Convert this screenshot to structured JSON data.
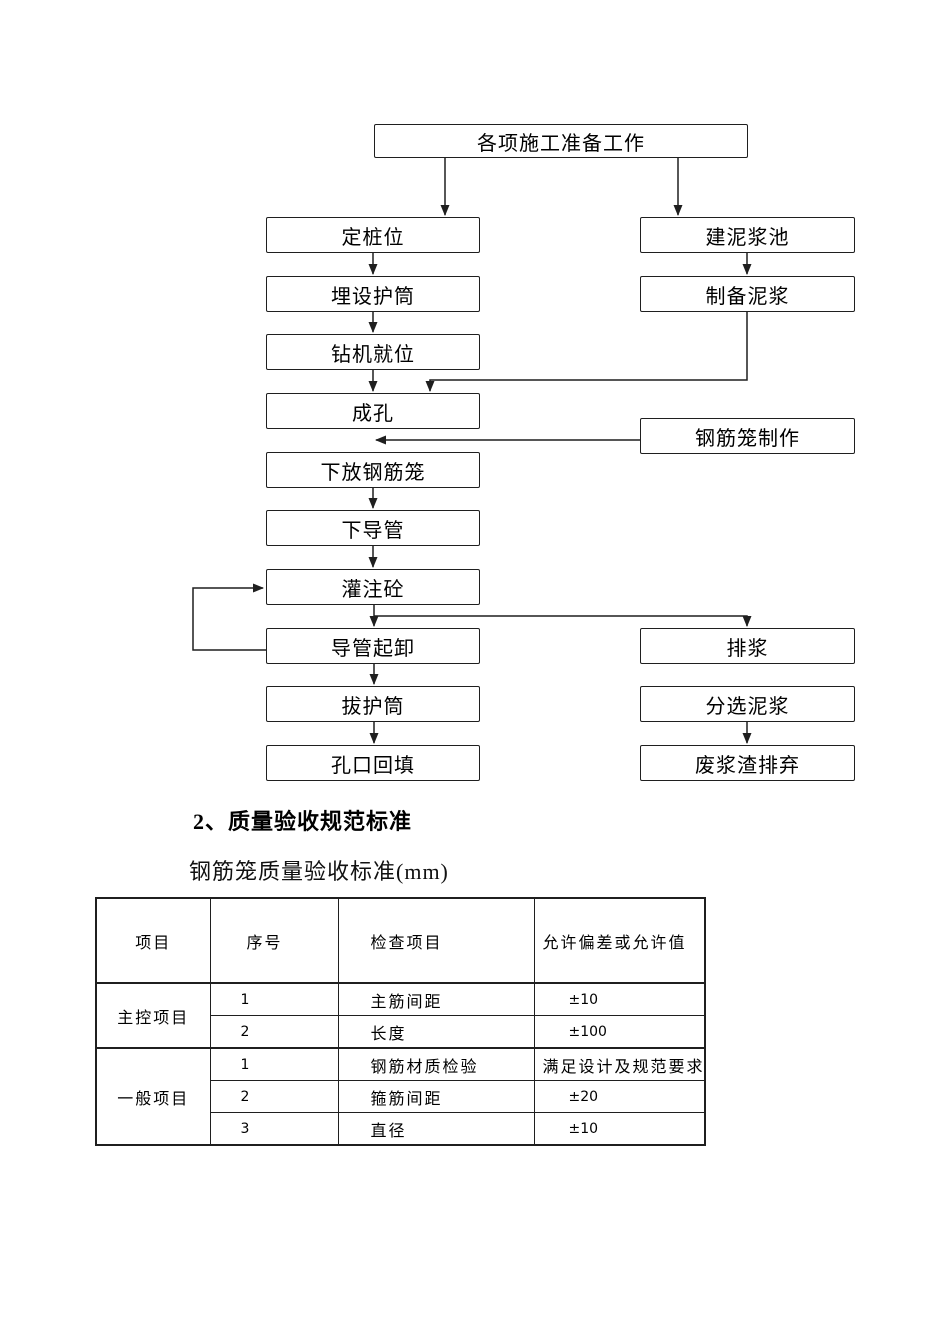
{
  "colors": {
    "background": "#ffffff",
    "ink": "#000000",
    "line": "#1f1f1f"
  },
  "flowchart": {
    "top_box": "各项施工准备工作",
    "left_column": [
      "定桩位",
      "埋设护筒",
      "钻机就位",
      "成孔",
      "下放钢筋笼",
      "下导管",
      "灌注砼",
      "导管起卸",
      "拔护筒",
      "孔口回填"
    ],
    "right_column": [
      "建泥浆池",
      "制备泥浆",
      "钢筋笼制作",
      "排浆",
      "分选泥浆",
      "废浆渣排弃"
    ]
  },
  "section": {
    "heading": "2、质量验收规范标准",
    "table_caption": "钢筋笼质量验收标准(mm)"
  },
  "table": {
    "headers": [
      "项目",
      "序号",
      "检查项目",
      "允许偏差或允许值"
    ],
    "groups": [
      {
        "category": "主控项目",
        "rows": [
          {
            "no": "1",
            "item": "主筋间距",
            "value": "±10"
          },
          {
            "no": "2",
            "item": "长度",
            "value": "±100"
          }
        ]
      },
      {
        "category": "一般项目",
        "rows": [
          {
            "no": "1",
            "item": "钢筋材质检验",
            "value": "满足设计及规范要求"
          },
          {
            "no": "2",
            "item": "箍筋间距",
            "value": "±20"
          },
          {
            "no": "3",
            "item": "直径",
            "value": "±10"
          }
        ]
      }
    ]
  }
}
